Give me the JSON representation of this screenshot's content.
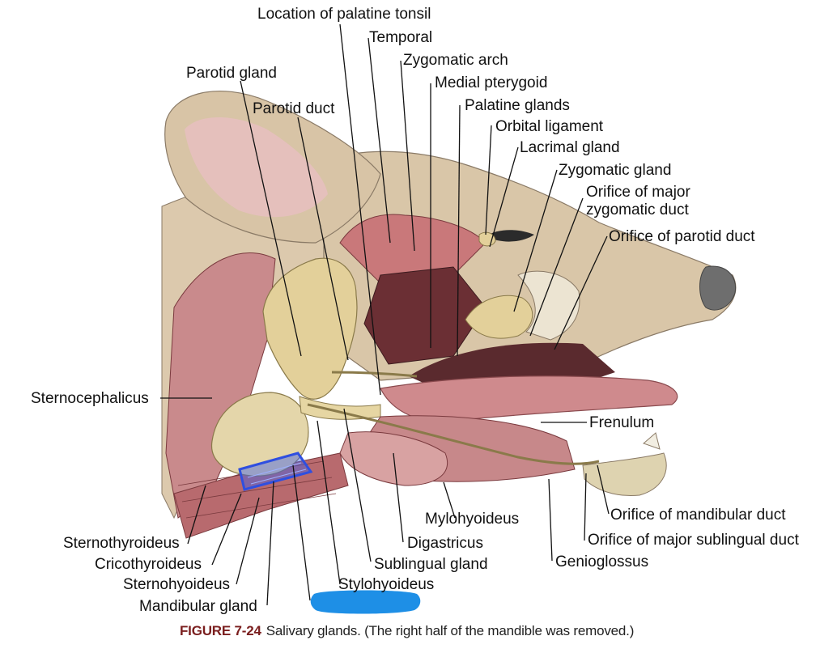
{
  "labels": {
    "palatine_tonsil": "Location of palatine tonsil",
    "temporal": "Temporal",
    "zygomatic_arch": "Zygomatic arch",
    "parotid_gland": "Parotid gland",
    "medial_pterygoid": "Medial pterygoid",
    "parotid_duct": "Parotid duct",
    "palatine_glands": "Palatine glands",
    "orbital_ligament": "Orbital ligament",
    "lacrimal_gland": "Lacrimal gland",
    "zygomatic_gland": "Zygomatic gland",
    "orifice_major_zygomatic_1": "Orifice of major",
    "orifice_major_zygomatic_2": "zygomatic duct",
    "orifice_parotid": "Orifice of parotid duct",
    "sternocephalicus": "Sternocephalicus",
    "frenulum": "Frenulum",
    "orifice_mandibular": "Orifice of mandibular duct",
    "mylohyoideus": "Mylohyoideus",
    "orifice_major_sublingual": "Orifice of major sublingual duct",
    "sternothyroideus": "Sternothyroideus",
    "digastricus": "Digastricus",
    "cricothyroideus": "Cricothyroideus",
    "sublingual_gland": "Sublingual gland",
    "genioglossus": "Genioglossus",
    "sternohyoideus": "Sternohyoideus",
    "stylohyoideus": "Stylohyoideus",
    "mandibular_gland": "Mandibular gland"
  },
  "caption": {
    "number": "FIGURE 7-24",
    "text": "Salivary glands. (The right half of the mandible was removed.)"
  },
  "colors": {
    "skin": "#d9c6a8",
    "ear_inner": "#e7bfc0",
    "muscle": "#c9787a",
    "muscle_dark": "#9e4e52",
    "gland": "#e6d6a3",
    "tongue": "#cf8a8d",
    "mouth_dark": "#5a2a2e",
    "nose": "#6e6e6e",
    "highlight_box": "#2f4fe0",
    "redaction": "#1e8fe6"
  }
}
